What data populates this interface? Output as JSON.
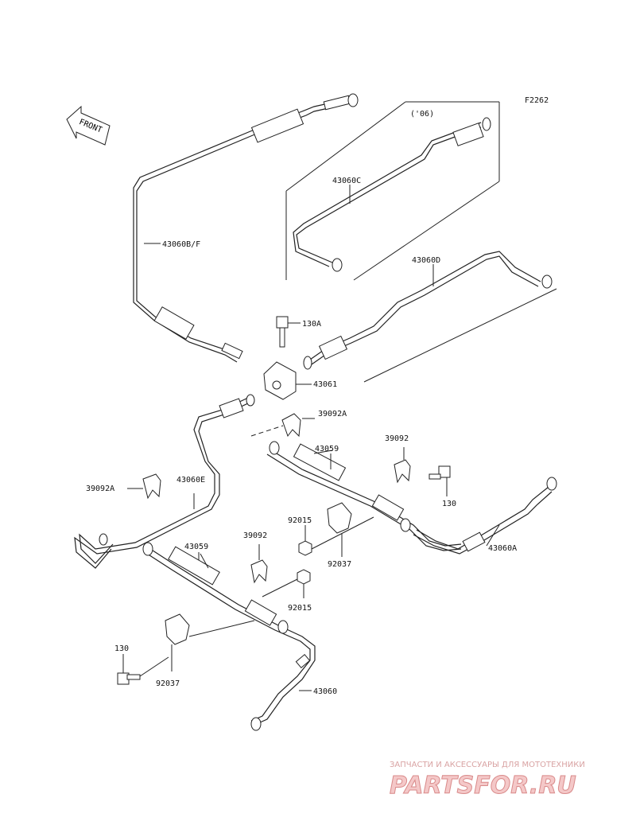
{
  "figure": {
    "code": "F2262",
    "year_note": "('06)",
    "front_label": "FRONT"
  },
  "labels": {
    "l43060BF": "43060B/F",
    "l43060C": "43060C",
    "l43060D": "43060D",
    "l130A": "130A",
    "l43061": "43061",
    "l39092A_top": "39092A",
    "l43059_right": "43059",
    "l39092_right": "39092",
    "l39092A_left": "39092A",
    "l43060E": "43060E",
    "l130_right": "130",
    "l92015_top": "92015",
    "l92037_mid": "92037",
    "l43060A": "43060A",
    "l39092_mid": "39092",
    "l43059_left": "43059",
    "l92015_bottom": "92015",
    "l130_left": "130",
    "l92037_bottom": "92037",
    "l43060": "43060"
  },
  "watermark": {
    "tagline": "ЗАПЧАСТИ И АКСЕССУАРЫ ДЛЯ МОТОТЕХНИКИ",
    "brand": "PARTSFOR.RU",
    "text_color": "#d98a8a"
  }
}
